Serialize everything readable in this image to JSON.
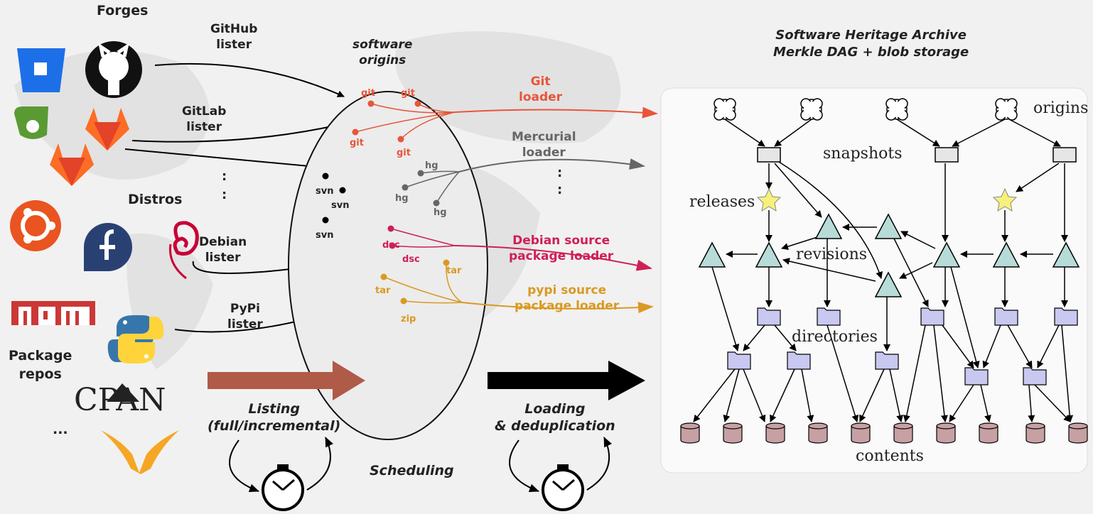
{
  "sources": {
    "forges_heading": "Forges",
    "distros_heading": "Distros",
    "package_repos_heading": "Package\nrepos",
    "more": "...",
    "cpan_logo_text": "CPAN",
    "npm_logo_text": "npm"
  },
  "listers": {
    "github": "GitHub\nlister",
    "gitlab": "GitLab\nlister",
    "debian": "Debian\nlister",
    "pypi": "PyPi\nlister",
    "dots": ":"
  },
  "origins_set": {
    "title": "software\norigins",
    "git_labels": [
      "git",
      "git",
      "git",
      "git"
    ],
    "hg_labels": [
      "hg",
      "hg",
      "hg"
    ],
    "svn_labels": [
      "svn",
      "svn",
      "svn"
    ],
    "dsc_labels": [
      "dsc",
      "dsc"
    ],
    "tar_labels": [
      "tar",
      "tar"
    ],
    "zip_label": "zip"
  },
  "loaders": {
    "git": "Git\nloader",
    "mercurial": "Mercurial\nloader",
    "debian": "Debian source\npackage loader",
    "pypi": "pypi source\npackage loader",
    "dots": ":"
  },
  "stages": {
    "listing": "Listing\n(full/incremental)",
    "loading": "Loading\n& deduplication",
    "scheduling": "Scheduling"
  },
  "archive": {
    "title": "Software Heritage Archive\nMerkle DAG + blob storage",
    "origins": "origins",
    "snapshots": "snapshots",
    "releases": "releases",
    "revisions": "revisions",
    "directories": "directories",
    "contents": "contents"
  },
  "colors": {
    "git": "#e8553a",
    "hg": "#666666",
    "debian": "#cf1f55",
    "pypi": "#d99a22",
    "listing_arrow": "#b05a48",
    "loading_arrow": "#000000",
    "revision_fill": "#b7dcd8",
    "release_fill": "#f6f07c",
    "directory_fill": "#c8c8f0",
    "content_fill": "#c7a0a4",
    "snapshot_fill": "#e6e6e6"
  }
}
